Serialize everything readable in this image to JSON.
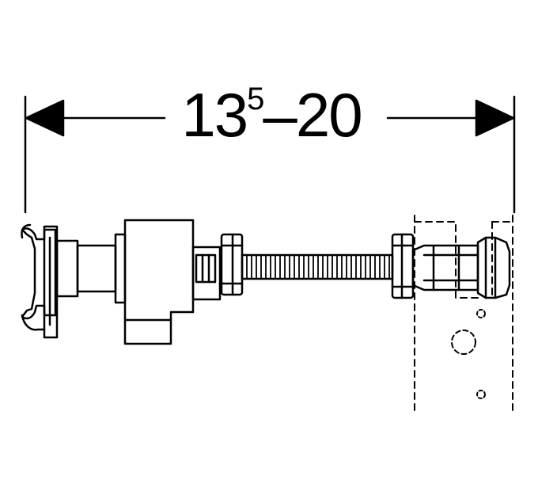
{
  "dimension": {
    "min_main": "13",
    "min_super": "5",
    "dash": "–",
    "max": "20"
  },
  "colors": {
    "line": "#000000",
    "background": "#ffffff"
  }
}
